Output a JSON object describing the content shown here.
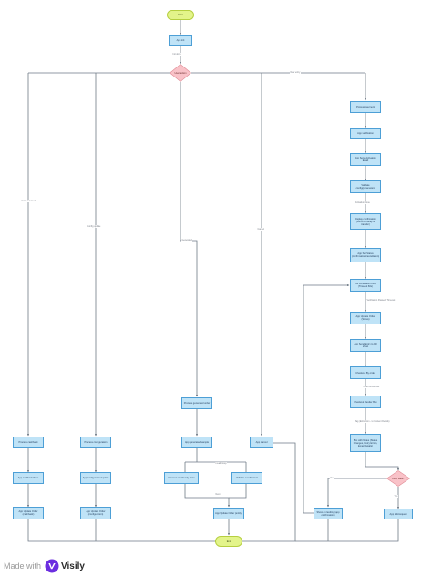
{
  "nodes": {
    "start": "Start",
    "app_init": "App init",
    "user_action": "User action",
    "process_payment": "Process payment",
    "app_verification": "App verification",
    "app_send_activation_email": "App Send Activation Email",
    "validate_config": "Validate config/parameters",
    "display_confirmation": "Display confirmation (confirms delay & transfer)",
    "app_set_status": "App Set Status (confirmation/cancellation)",
    "poll_verification_loop": "Poll Verification Loop (Timeout 60s)",
    "app_update_order_status": "App Update Order (Status)",
    "app_send_to_fill_sheet": "App Send Entry to Fill sheet",
    "checkout_by_order": "Checkout By order",
    "checkout_render_box": "Checkout Render Box",
    "box_with_notes": "Box with Notes (Status Changes, Retry Errors, Email Details)",
    "loop_valid": "Loop valid?",
    "show_on_landing": "Show on landing (app confirmation)",
    "app_info_request": "App info/request",
    "process_cashback": "Process cashback",
    "app_cashback_done": "App cashback/done",
    "app_update_cashback": "App Update Order (cashback)",
    "process_configuration": "Process configuration",
    "app_configuration": "App configuration/update",
    "app_update_config": "App Update Order (configuration)",
    "process_generated_order": "Process generated order",
    "app_generated_sample": "App generated sample",
    "cancel_loop_ready": "Cancel Loop Ready State",
    "validate_email_format": "Validate email/format",
    "app_update_entity": "App Update Order (entity)",
    "app_cancel": "App cancel",
    "end": "End"
  },
  "edge_labels": {
    "init_done": "Init done",
    "new_entry": "New entry",
    "cashback": "Cash received",
    "configuration": "Config update",
    "generated": "Generated",
    "cancel": "Cancel",
    "activation_done": "Activation done",
    "verification_passed": "Verification Passed / Timeout",
    "invalid_loop": "Invalid loop",
    "order_added": "Order & Address",
    "tag_extraction": "Tag (Extraction - to Content Details)",
    "yes": "Yes",
    "no": "No",
    "next": "Next"
  },
  "brand": {
    "made_with": "Made with",
    "name": "Visily"
  },
  "colors": {
    "process_fill": "#bfe3f7",
    "process_stroke": "#4d9fd6",
    "terminal_fill": "#e3f48a",
    "decision_fill": "#f9c2c8",
    "decision_stroke": "#e08a94",
    "connector": "#6f7a86",
    "brand_accent": "#6b2ee0"
  }
}
